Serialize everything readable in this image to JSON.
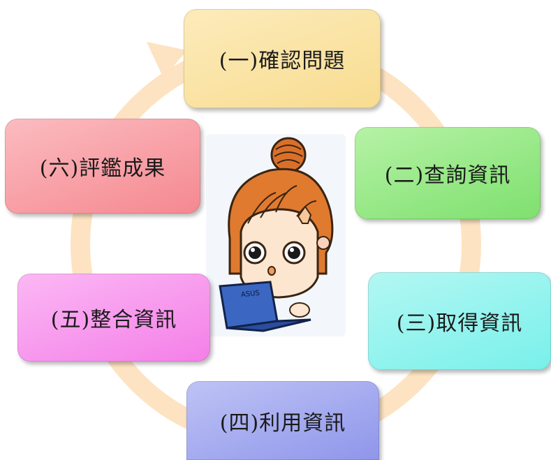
{
  "stages": [
    {
      "id": "s1",
      "label": "(一)確認問題",
      "color": "#f8dc90",
      "color_light": "#fcebbb"
    },
    {
      "id": "s2",
      "label": "(二)查詢資訊",
      "color": "#7ee06e",
      "color_light": "#b6f2a6"
    },
    {
      "id": "s3",
      "label": "(三)取得資訊",
      "color": "#79f0ea",
      "color_light": "#b3f7f3"
    },
    {
      "id": "s4",
      "label": "(四)利用資訊",
      "color": "#8f96ea",
      "color_light": "#bec3f5"
    },
    {
      "id": "s5",
      "label": "(五)整合資訊",
      "color": "#f47fe8",
      "color_light": "#fbb8f4"
    },
    {
      "id": "s6",
      "label": "(六)評鑑成果",
      "color": "#f58890",
      "color_light": "#fbbcc0"
    }
  ],
  "cycle_color": "#fde3c2",
  "laptop_label": "ASUS"
}
